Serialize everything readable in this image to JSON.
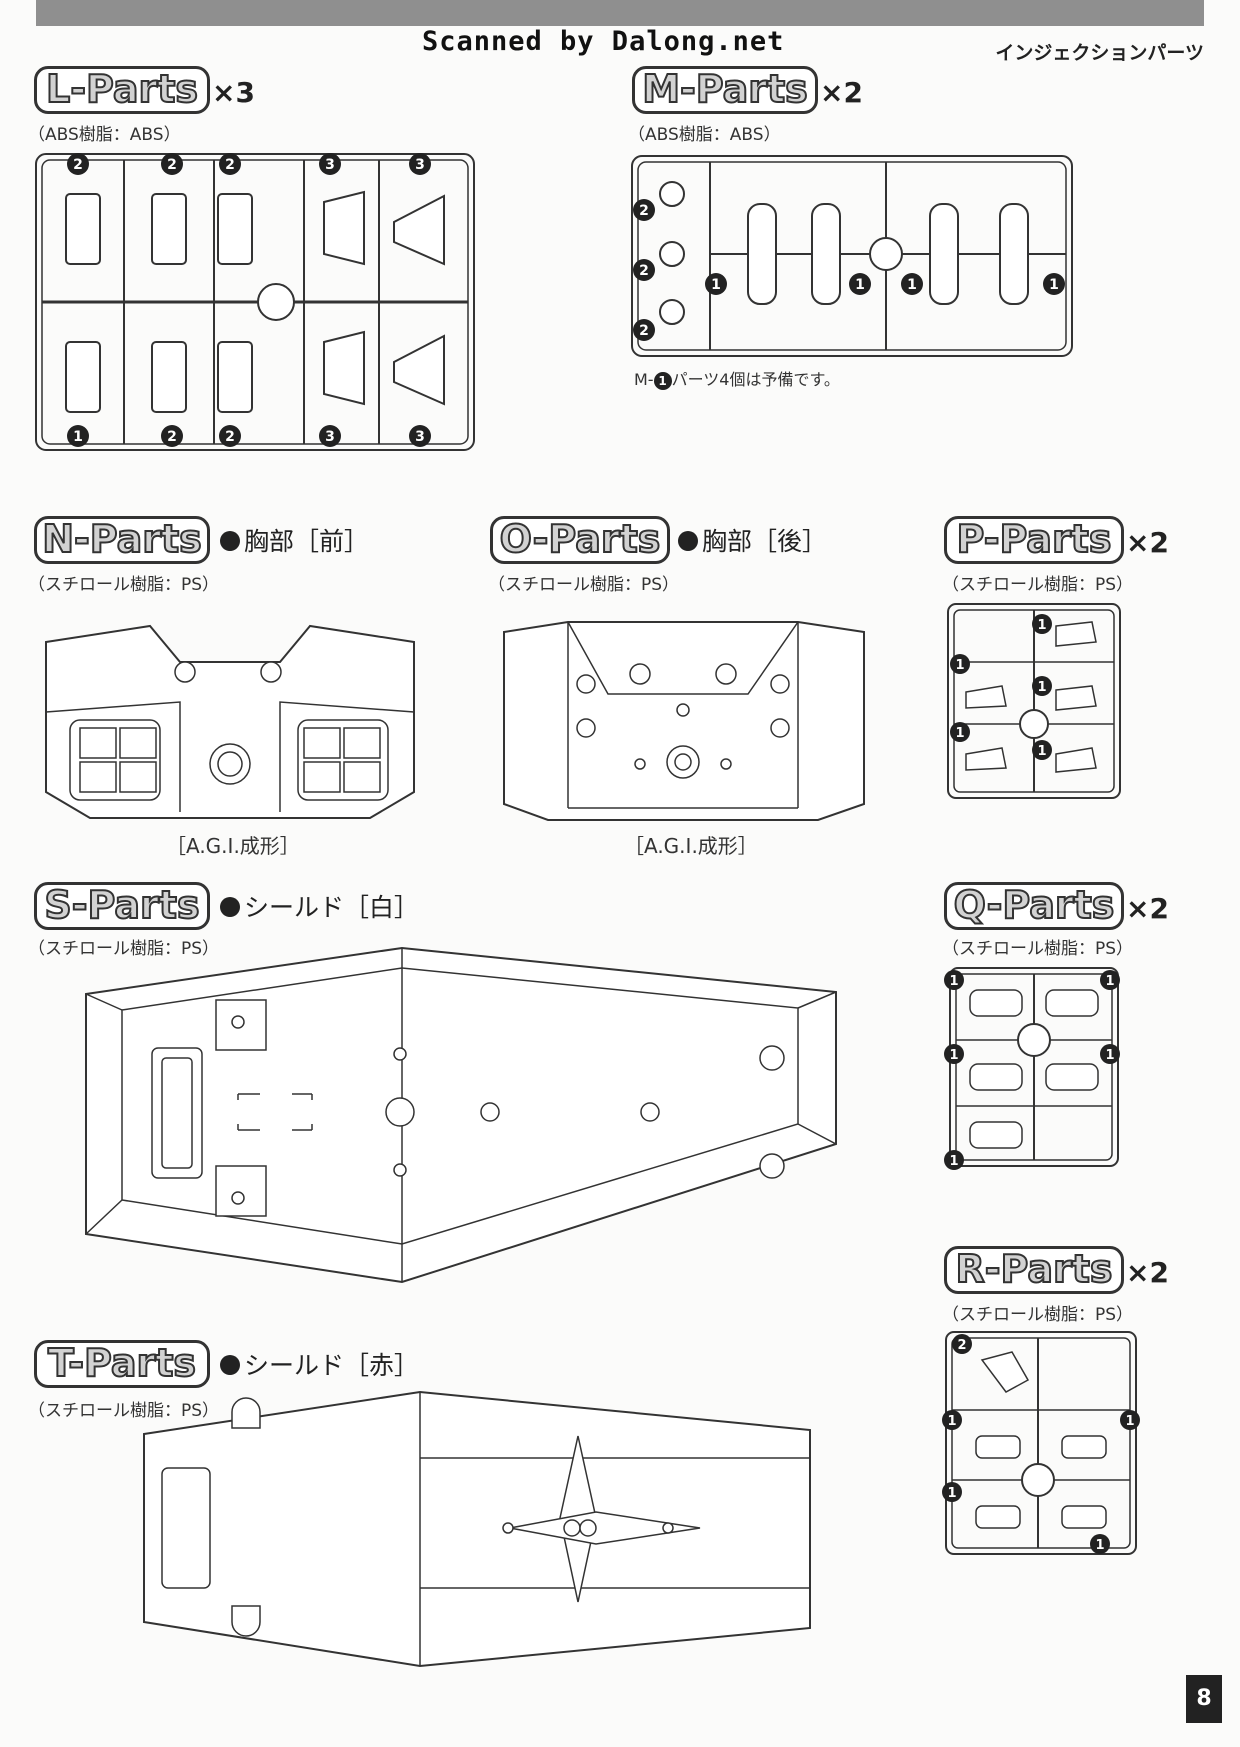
{
  "header": {
    "scanned_text": "Scanned by Dalong.net",
    "section_title": "インジェクションパーツ"
  },
  "parts": {
    "L": {
      "label": "L-Parts",
      "count": "×3",
      "material": "（ABS樹脂：ABS）",
      "numbers": [
        "2",
        "2",
        "2",
        "3",
        "3",
        "1",
        "2",
        "2",
        "3",
        "3"
      ]
    },
    "M": {
      "label": "M-Parts",
      "count": "×2",
      "material": "（ABS樹脂：ABS）",
      "numbers": [
        "2",
        "2",
        "2",
        "1",
        "1",
        "1",
        "1"
      ],
      "note_prefix": "M-",
      "note_number": "1",
      "note_text": "パーツ4個は予備です。"
    },
    "N": {
      "label": "N-Parts",
      "subtitle": "胸部［前］",
      "material": "（スチロール樹脂：PS）",
      "caption": "［A.G.I.成形］"
    },
    "O": {
      "label": "O-Parts",
      "subtitle": "胸部［後］",
      "material": "（スチロール樹脂：PS）",
      "caption": "［A.G.I.成形］"
    },
    "P": {
      "label": "P-Parts",
      "count": "×2",
      "material": "（スチロール樹脂：PS）",
      "numbers": [
        "1",
        "1",
        "1",
        "1",
        "1"
      ]
    },
    "S": {
      "label": "S-Parts",
      "subtitle": "シールド［白］",
      "material": "（スチロール樹脂：PS）"
    },
    "Q": {
      "label": "Q-Parts",
      "count": "×2",
      "material": "（スチロール樹脂：PS）",
      "numbers": [
        "1",
        "1",
        "1",
        "1",
        "1"
      ]
    },
    "R": {
      "label": "R-Parts",
      "count": "×2",
      "material": "（スチロール樹脂：PS）",
      "numbers": [
        "2",
        "1",
        "1",
        "1",
        "1"
      ]
    },
    "T": {
      "label": "T-Parts",
      "subtitle": "シールド［赤］",
      "material": "（スチロール樹脂：PS）"
    }
  },
  "page_number": "8"
}
